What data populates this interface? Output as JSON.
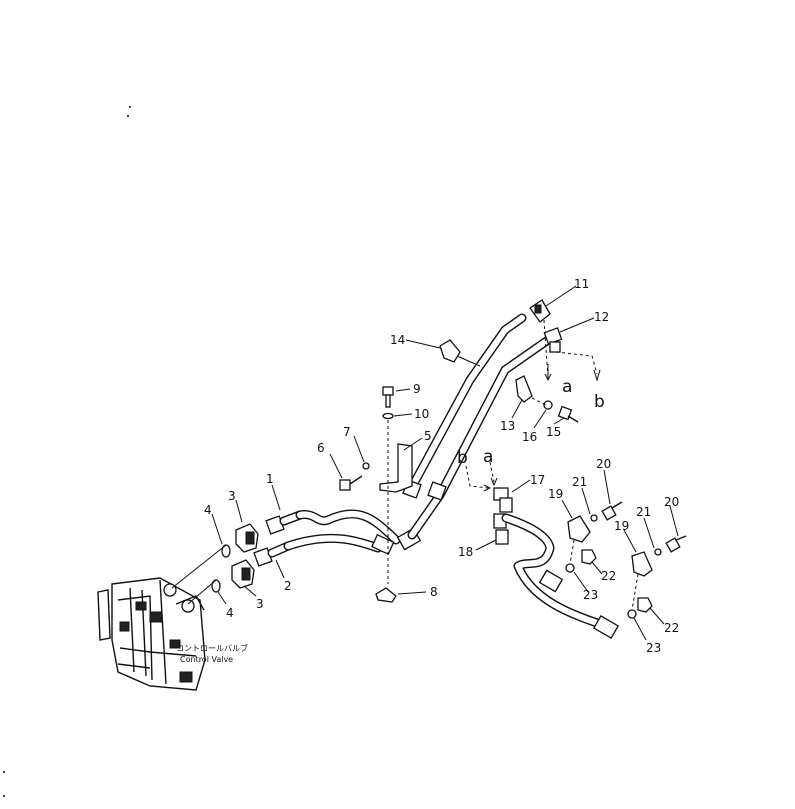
{
  "callouts": {
    "c1": "1",
    "c2": "2",
    "c3a": "3",
    "c3b": "3",
    "c4a": "4",
    "c4b": "4",
    "c5": "5",
    "c6": "6",
    "c7": "7",
    "c8": "8",
    "c9": "9",
    "c10": "10",
    "c11": "11",
    "c12": "12",
    "c13": "13",
    "c14": "14",
    "c15": "15",
    "c16": "16",
    "c17": "17",
    "c18": "18",
    "c19a": "19",
    "c19b": "19",
    "c20a": "20",
    "c20b": "20",
    "c21a": "21",
    "c21b": "21",
    "c22a": "22",
    "c22b": "22",
    "c23a": "23",
    "c23b": "23"
  },
  "connectors": {
    "a_top": "a",
    "b_top": "b",
    "a_mid": "a",
    "b_mid": "b"
  },
  "control_valve": {
    "label_jp": "コントロールバルブ",
    "label_en": "Control Valve"
  }
}
